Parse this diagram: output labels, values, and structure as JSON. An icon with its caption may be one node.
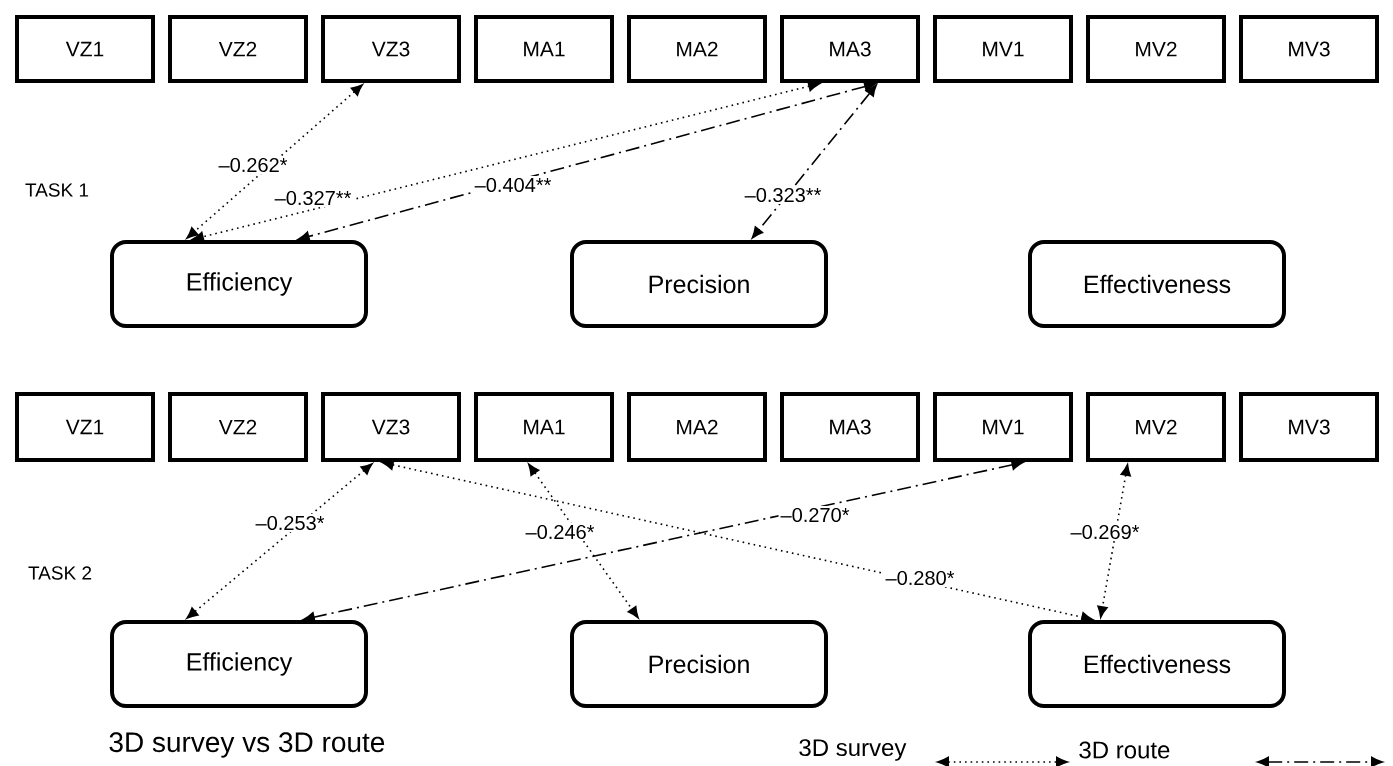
{
  "diagram": {
    "caption": "3D survey vs 3D route",
    "nodes": [
      {
        "text": [
          "VZ1"
        ]
      },
      {
        "text": [
          "VZ2"
        ]
      },
      {
        "text": [
          "VZ3"
        ]
      },
      {
        "text": [
          "MA1"
        ]
      },
      {
        "text": [
          "MA2"
        ]
      },
      {
        "text": [
          "MA3"
        ]
      },
      {
        "text": [
          "MV1"
        ]
      },
      {
        "text": [
          "MV2"
        ]
      },
      {
        "text": [
          "MV3"
        ]
      },
      {
        "text": [
          "Efficiency"
        ]
      },
      {
        "text": [
          "Precision"
        ]
      },
      {
        "text": [
          "Effectiveness"
        ]
      },
      {
        "text": [
          "VZ1"
        ]
      },
      {
        "text": [
          "VZ2"
        ]
      },
      {
        "text": [
          "VZ3"
        ]
      },
      {
        "text": [
          "MA1"
        ]
      },
      {
        "text": [
          "MA2"
        ]
      },
      {
        "text": [
          "MA3"
        ]
      },
      {
        "text": [
          "MV1"
        ]
      },
      {
        "text": [
          "MV2"
        ]
      },
      {
        "text": [
          "MV3"
        ]
      },
      {
        "text": [
          "Efficiency"
        ]
      },
      {
        "text": [
          "Precision"
        ]
      },
      {
        "text": [
          "Effectiveness"
        ]
      }
    ],
    "edges": [
      {
        "from": 2,
        "to": 9,
        "arrow": "both",
        "label": "–0.262*"
      },
      {
        "from": 5,
        "to": 9,
        "arrow": "both",
        "label": "–0.327**"
      },
      {
        "from": 5,
        "to": 9,
        "arrow": "both",
        "label": "–0.404**",
        "style": "dashed"
      },
      {
        "from": 5,
        "to": 10,
        "arrow": "both",
        "label": "–0.323**",
        "style": "dashed"
      },
      {
        "from": 14,
        "to": 21,
        "arrow": "both",
        "label": "–0.253*"
      },
      {
        "from": 15,
        "to": 22,
        "arrow": "both",
        "label": "–0.246*"
      },
      {
        "from": 18,
        "to": 21,
        "arrow": "both",
        "label": "–0.270*",
        "style": "dashed"
      },
      {
        "from": 14,
        "to": 23,
        "arrow": "both",
        "label": "–0.280*"
      },
      {
        "from": 19,
        "to": 23,
        "arrow": "both",
        "label": "–0.269*"
      }
    ],
    "labels": [
      "TASK 1",
      "TASK 2"
    ],
    "legend": [
      {
        "text": "3D survey"
      },
      {
        "text": "3D route"
      }
    ]
  }
}
